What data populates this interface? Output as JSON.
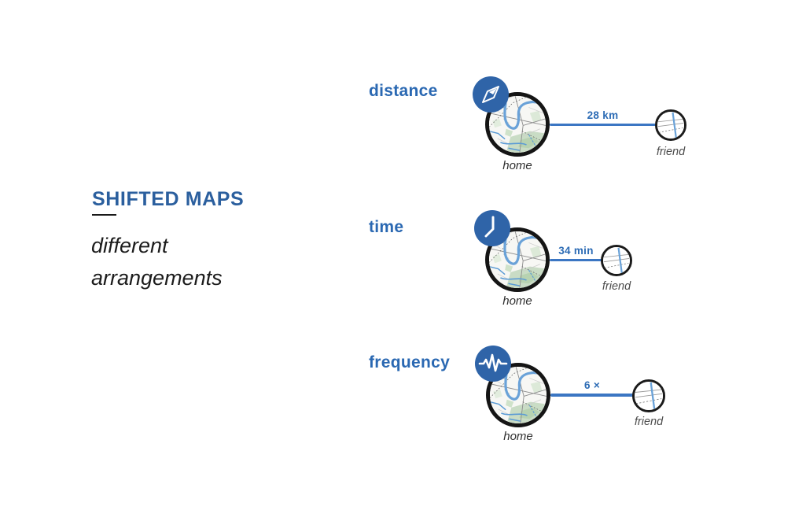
{
  "intro": {
    "title": "SHIFTED MAPS",
    "subtitle_line1": "different",
    "subtitle_line2": "arrangements"
  },
  "rows": [
    {
      "label": "distance",
      "icon": "compass-icon",
      "value": "28 km",
      "home_label": "home",
      "friend_label": "friend"
    },
    {
      "label": "time",
      "icon": "clock-icon",
      "value": "34 min",
      "home_label": "home",
      "friend_label": "friend"
    },
    {
      "label": "frequency",
      "icon": "pulse-icon",
      "value": "6 ×",
      "home_label": "home",
      "friend_label": "friend"
    }
  ],
  "colors": {
    "title_blue": "#2b5f9e",
    "label_blue": "#2a68b2",
    "line_blue": "#3b76c3",
    "icon_circle_blue": "#2f64a8",
    "map_river_blue": "#6aa2d8",
    "map_green": "#c9dcc5",
    "node_ring_black": "#151515"
  }
}
